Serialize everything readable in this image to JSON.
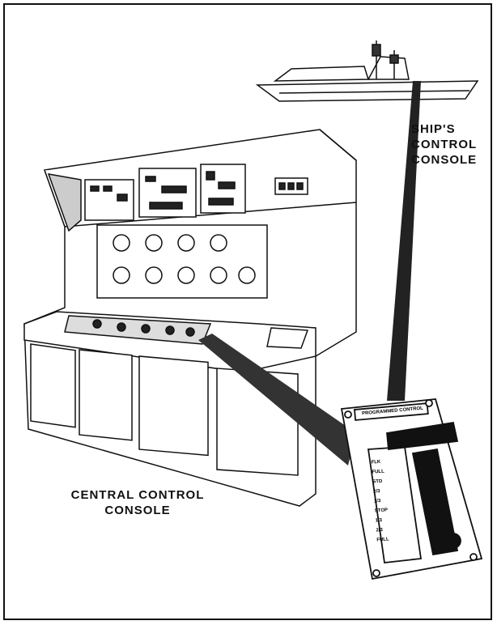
{
  "labels": {
    "ships_console": [
      "SHIP'S",
      "CONTROL",
      "CONSOLE"
    ],
    "central_console": [
      "CENTRAL CONTROL",
      "CONSOLE"
    ],
    "programmed_control": "PROGRAMMED CONTROL"
  },
  "lever_scale": [
    "FLK",
    "FULL",
    "STD",
    "2/3",
    "1/3",
    "STOP",
    "1/3",
    "2/3",
    "FULL"
  ]
}
